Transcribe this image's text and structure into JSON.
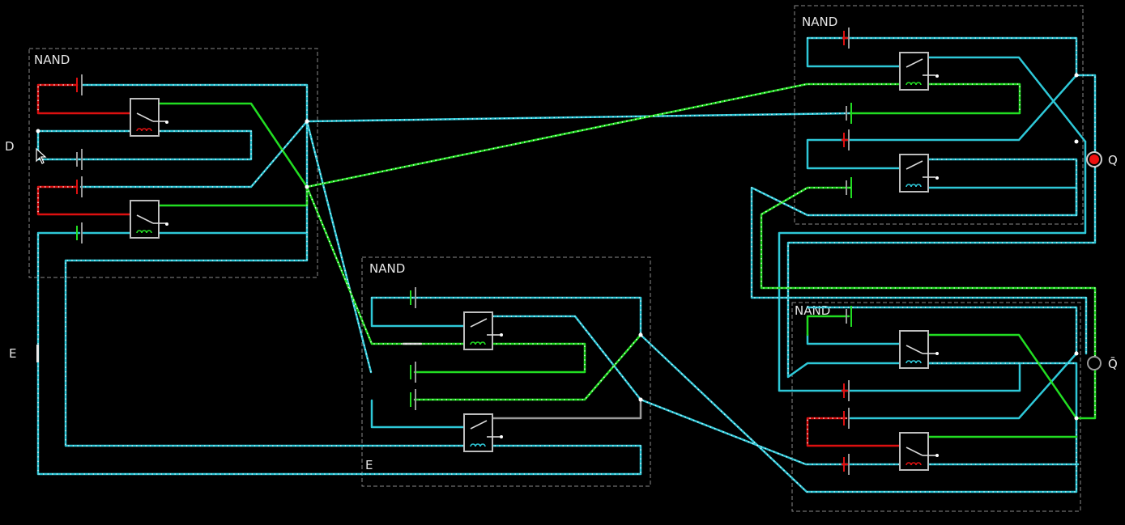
{
  "inputs": {
    "d_label": "D",
    "e_label": "E"
  },
  "outputs": {
    "q_label": "Q",
    "qbar_label": "Q̄",
    "q_state": "on",
    "qbar_state": "off"
  },
  "gates": [
    {
      "label": "NAND"
    },
    {
      "label": "NAND"
    },
    {
      "label": "NAND"
    },
    {
      "label": "NAND"
    }
  ],
  "inner_labels": {
    "e_inner": "E"
  },
  "colors": {
    "background": "#000000",
    "wire_idle": "#2ec8d8",
    "wire_active": "#22dd22",
    "wire_hot": "#dd1010",
    "wire_off": "#9a9a9a",
    "box": "#8a8a8a",
    "q_on": "#ee1010"
  },
  "icons": [
    "relay-icon",
    "battery-icon",
    "mouse-cursor-icon",
    "output-lamp-icon"
  ]
}
